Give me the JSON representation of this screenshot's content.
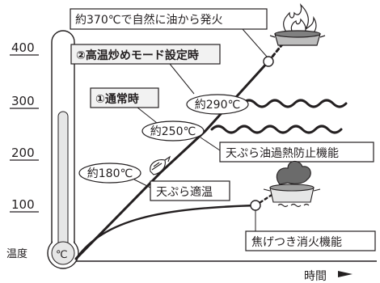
{
  "y_axis": {
    "label": "温度",
    "unit": "℃",
    "ticks": [
      "400",
      "300",
      "200",
      "100"
    ]
  },
  "x_axis": {
    "label": "時間"
  },
  "mode_labels": {
    "high_temp_stir_fry": "②高温炒めモード設定時",
    "normal": "①通常時"
  },
  "points": {
    "ignition": "約370℃で自然に油から発火",
    "p290": "約290℃",
    "p250": "約250℃",
    "p180": "約180℃"
  },
  "functions": {
    "tempura_overheat": "天ぷら油過熱防止機能",
    "tempura_optimal": "天ぷら適温",
    "scorch_shutoff": "焦げつき消火機能"
  },
  "colors": {
    "ink": "#231f20",
    "box_fill": "#ffffff",
    "mode_box_fill": "#f2f2f2",
    "thermometer_fill": "#e6e6e6"
  },
  "icons": [
    "burning-pot-icon",
    "tempura-icon",
    "smoking-pot-icon"
  ]
}
